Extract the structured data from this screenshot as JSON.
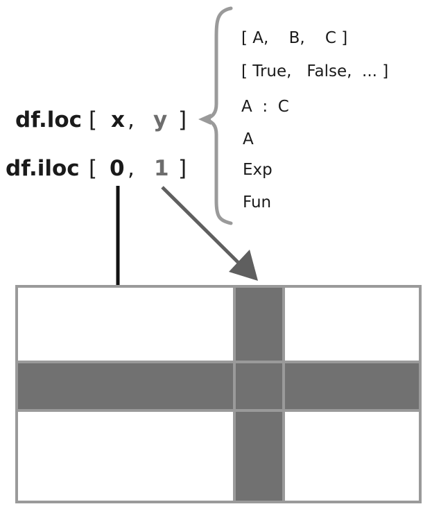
{
  "colors": {
    "text_dark": "#1a1a1a",
    "text_gray": "#6d6d6d",
    "bracket_gray": "#9a9a9a",
    "arrow_dark": "#111111",
    "arrow_gray": "#5f5f5f",
    "grid_border": "#9a9a9a",
    "highlight_fill": "#717171"
  },
  "loc_line": {
    "prefix": "df.loc",
    "open": "[",
    "x": "x",
    "comma": ",",
    "y": "y",
    "close": "]"
  },
  "iloc_line": {
    "prefix": "df.iloc",
    "open": "[",
    "row": "0",
    "comma": ",",
    "col": "1",
    "close": "]"
  },
  "selector_options": [
    "[ A,    B,    C ]",
    "[ True,   False,  ... ]",
    "A  :  C",
    "A",
    "Exp",
    "Fun"
  ],
  "grid": {
    "rows": 3,
    "cols": 3,
    "highlighted_row": 1,
    "highlighted_col": 1
  }
}
